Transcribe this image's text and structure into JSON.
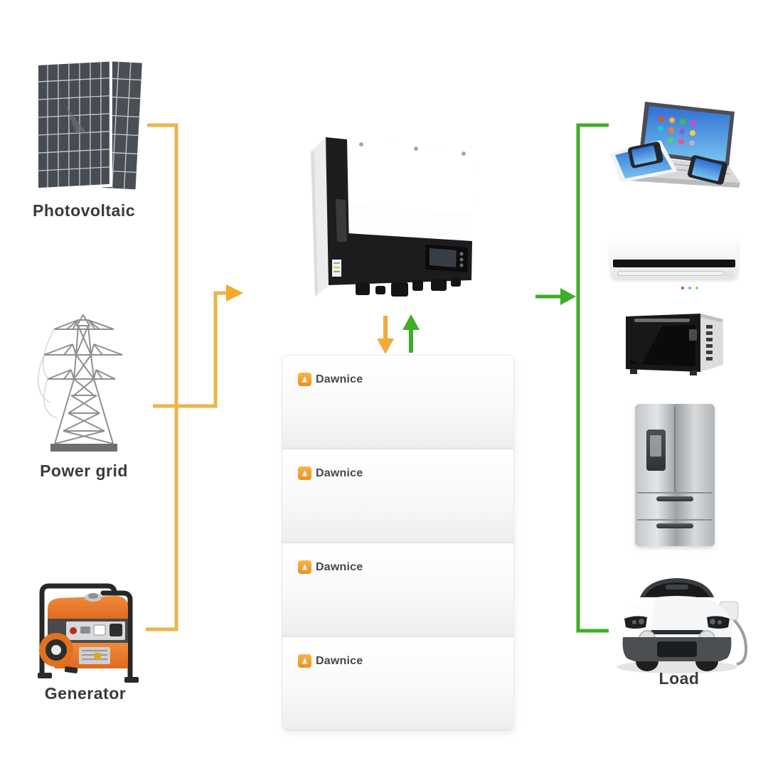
{
  "diagram": {
    "title_hint": "hybrid solar energy storage system flow diagram",
    "sources": [
      {
        "label": "Photovoltaic",
        "icon": "solar-panels-icon"
      },
      {
        "label": "Power grid",
        "icon": "transmission-tower-icon"
      },
      {
        "label": "Generator",
        "icon": "portable-generator-icon"
      }
    ],
    "inverter": {
      "icon": "hybrid-inverter-icon"
    },
    "battery": {
      "brand": "Dawnice",
      "module_count": 4,
      "logo_icon": "dawnice-logo-icon"
    },
    "loads": {
      "label": "Load",
      "items": [
        "consumer-electronics-icon",
        "air-conditioner-icon",
        "microwave-oven-icon",
        "refrigerator-icon",
        "electric-car-icon"
      ]
    },
    "colors": {
      "source_flow_line": "#EDB44C",
      "source_arrowhead": "#F5A82B",
      "load_flow_line": "#3FAD27",
      "battery_charge_arrow": "#F2A93B",
      "battery_discharge_arrow": "#3FAD27",
      "label_text": "#3A3A3A",
      "brand_orange": "#F59B22"
    }
  }
}
